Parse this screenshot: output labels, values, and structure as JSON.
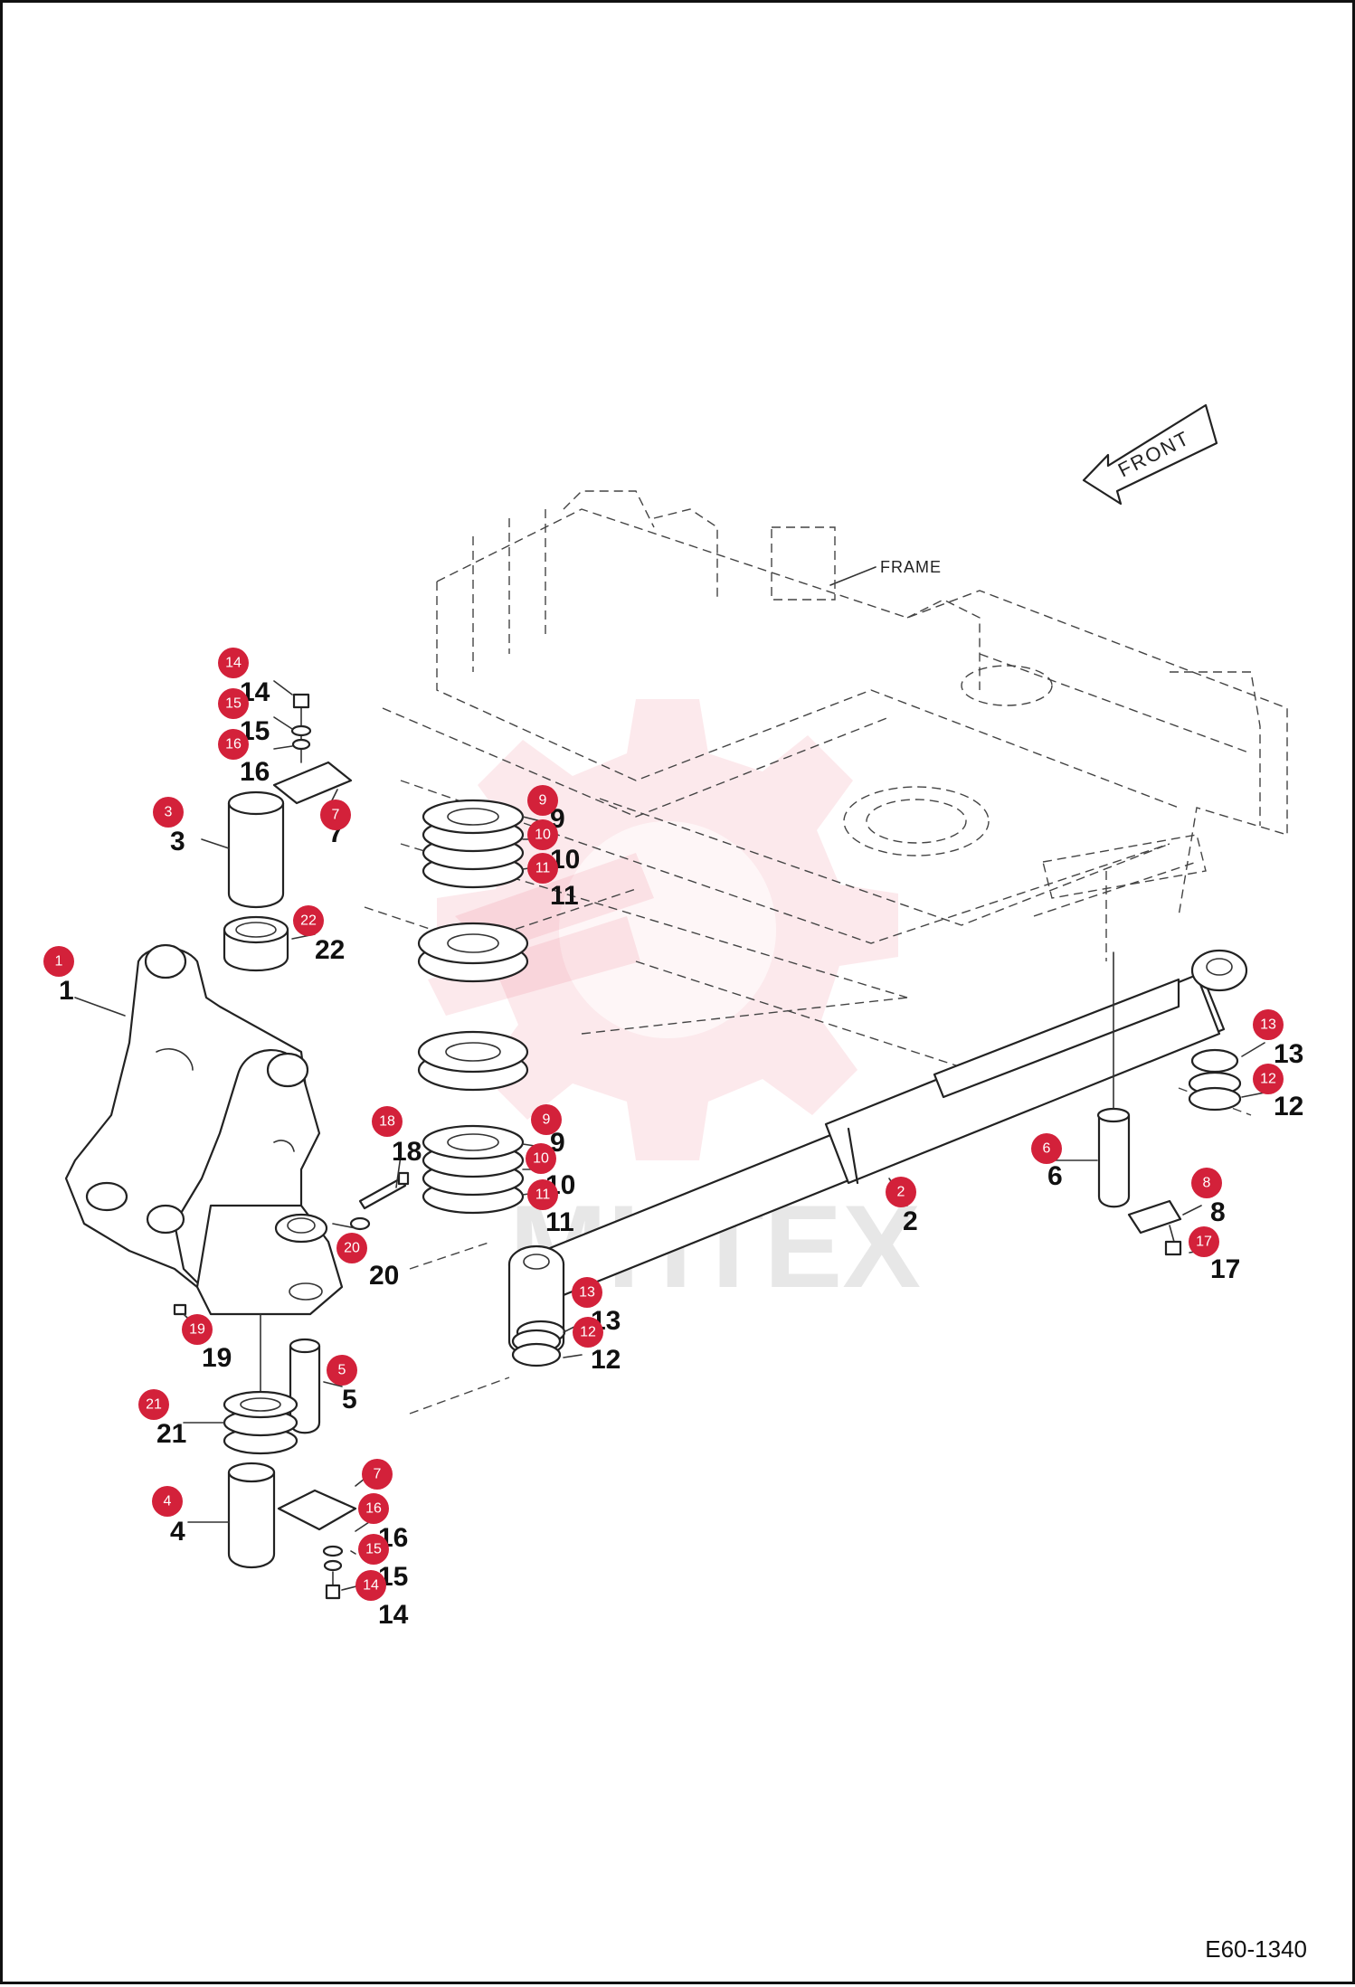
{
  "drawing": {
    "frame_label": "FRAME",
    "front_label": "FRONT",
    "watermark": "MHTEX",
    "sheet_code": "E60-1340"
  },
  "callouts": [
    {
      "num": "14",
      "label": "14",
      "part": "bolt-top"
    },
    {
      "num": "15",
      "label": "15",
      "part": "washer-top"
    },
    {
      "num": "16",
      "label": "16",
      "part": "washer-top-2"
    },
    {
      "num": "3",
      "label": "3",
      "part": "pin-top"
    },
    {
      "num": "7",
      "label": "7",
      "part": "plate-top"
    },
    {
      "num": "22",
      "label": "22",
      "part": "bushing-top"
    },
    {
      "num": "1",
      "label": "1",
      "part": "swing-bracket"
    },
    {
      "num": "9",
      "label": "9",
      "part": "shim-upper-a"
    },
    {
      "num": "10",
      "label": "10",
      "part": "shim-upper-b"
    },
    {
      "num": "11",
      "label": "11",
      "part": "shim-upper-c"
    },
    {
      "num": "13",
      "label": "13",
      "part": "bushing-right"
    },
    {
      "num": "12",
      "label": "12",
      "part": "seal-right"
    },
    {
      "num": "18",
      "label": "18",
      "part": "grease-fitting"
    },
    {
      "num": "9",
      "label": "9",
      "part": "shim-lower-a"
    },
    {
      "num": "10",
      "label": "10",
      "part": "shim-lower-b"
    },
    {
      "num": "11",
      "label": "11",
      "part": "shim-lower-c"
    },
    {
      "num": "6",
      "label": "6",
      "part": "pin-cylinder"
    },
    {
      "num": "8",
      "label": "8",
      "part": "plate-cylinder"
    },
    {
      "num": "2",
      "label": "2",
      "part": "swing-cylinder"
    },
    {
      "num": "17",
      "label": "17",
      "part": "bolt-cylinder"
    },
    {
      "num": "20",
      "label": "20",
      "part": "bushing-bracket"
    },
    {
      "num": "13",
      "label": "13",
      "part": "bushing-left"
    },
    {
      "num": "12",
      "label": "12",
      "part": "seal-left"
    },
    {
      "num": "19",
      "label": "19",
      "part": "nipple"
    },
    {
      "num": "5",
      "label": "5",
      "part": "pin-lower"
    },
    {
      "num": "21",
      "label": "21",
      "part": "bushing-lower"
    },
    {
      "num": "7",
      "label": "7",
      "part": "plate-bottom"
    },
    {
      "num": "16",
      "label": "16",
      "part": "washer-bottom-2"
    },
    {
      "num": "4",
      "label": "4",
      "part": "pin-bottom"
    },
    {
      "num": "15",
      "label": "15",
      "part": "washer-bottom"
    },
    {
      "num": "14",
      "label": "14",
      "part": "bolt-bottom"
    }
  ]
}
